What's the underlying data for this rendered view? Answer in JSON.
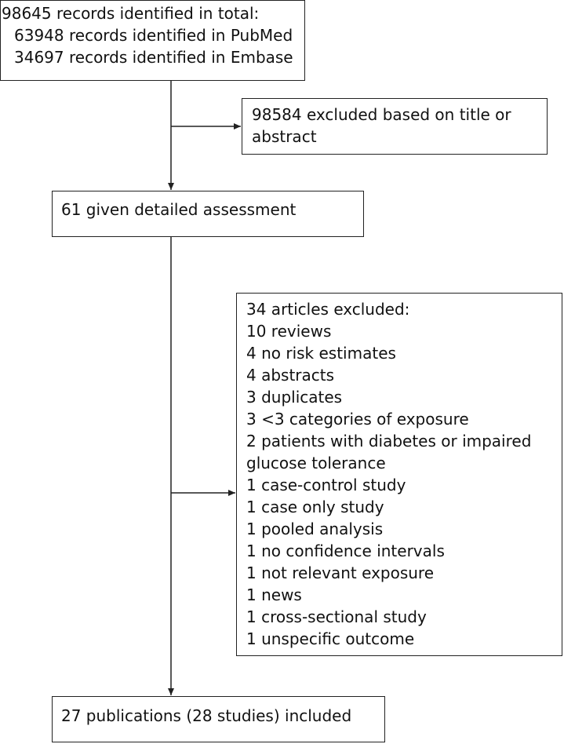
{
  "boxes": {
    "identified": {
      "lines": [
        "98645 records identified in total:",
        "63948 records identified in PubMed",
        "34697 records identified in Embase"
      ]
    },
    "excluded_title": {
      "lines": [
        "98584 excluded based on title or",
        "abstract"
      ]
    },
    "assessment": {
      "lines": [
        "61 given detailed assessment"
      ]
    },
    "articles_excluded": {
      "lines": [
        "34 articles excluded:",
        "10 reviews",
        "4 no risk estimates",
        "4 abstracts",
        "3 duplicates",
        "3 <3 categories of exposure",
        "2 patients with diabetes or impaired",
        "glucose tolerance",
        "1 case-control study",
        "1 case only study",
        "1 pooled analysis",
        "1 no confidence intervals",
        "1 not relevant exposure",
        "1 news",
        "1 cross-sectional study",
        "1 unspecific outcome"
      ]
    },
    "included": {
      "lines": [
        "27 publications (28 studies) included"
      ]
    }
  }
}
